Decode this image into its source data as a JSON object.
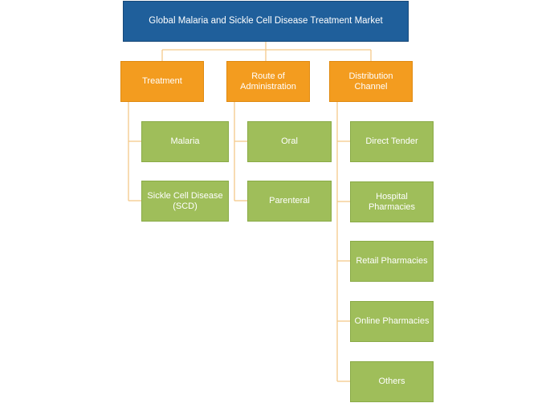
{
  "diagram": {
    "root": {
      "label": "Global Malaria and Sickle Cell Disease Treatment Market"
    },
    "categories": [
      {
        "label": "Treatment",
        "children": [
          "Malaria",
          "Sickle Cell Disease (SCD)"
        ]
      },
      {
        "label": "Route of Administration",
        "children": [
          "Oral",
          "Parenteral"
        ]
      },
      {
        "label": "Distribution Channel",
        "children": [
          "Direct Tender",
          "Hospital Pharmacies",
          "Retail Pharmacies",
          "Online Pharmacies",
          "Others"
        ]
      }
    ],
    "colors": {
      "root": "#1f5f9b",
      "category": "#f39c1f",
      "leaf": "#9fbe5a",
      "connector": "#f3c98a"
    }
  }
}
